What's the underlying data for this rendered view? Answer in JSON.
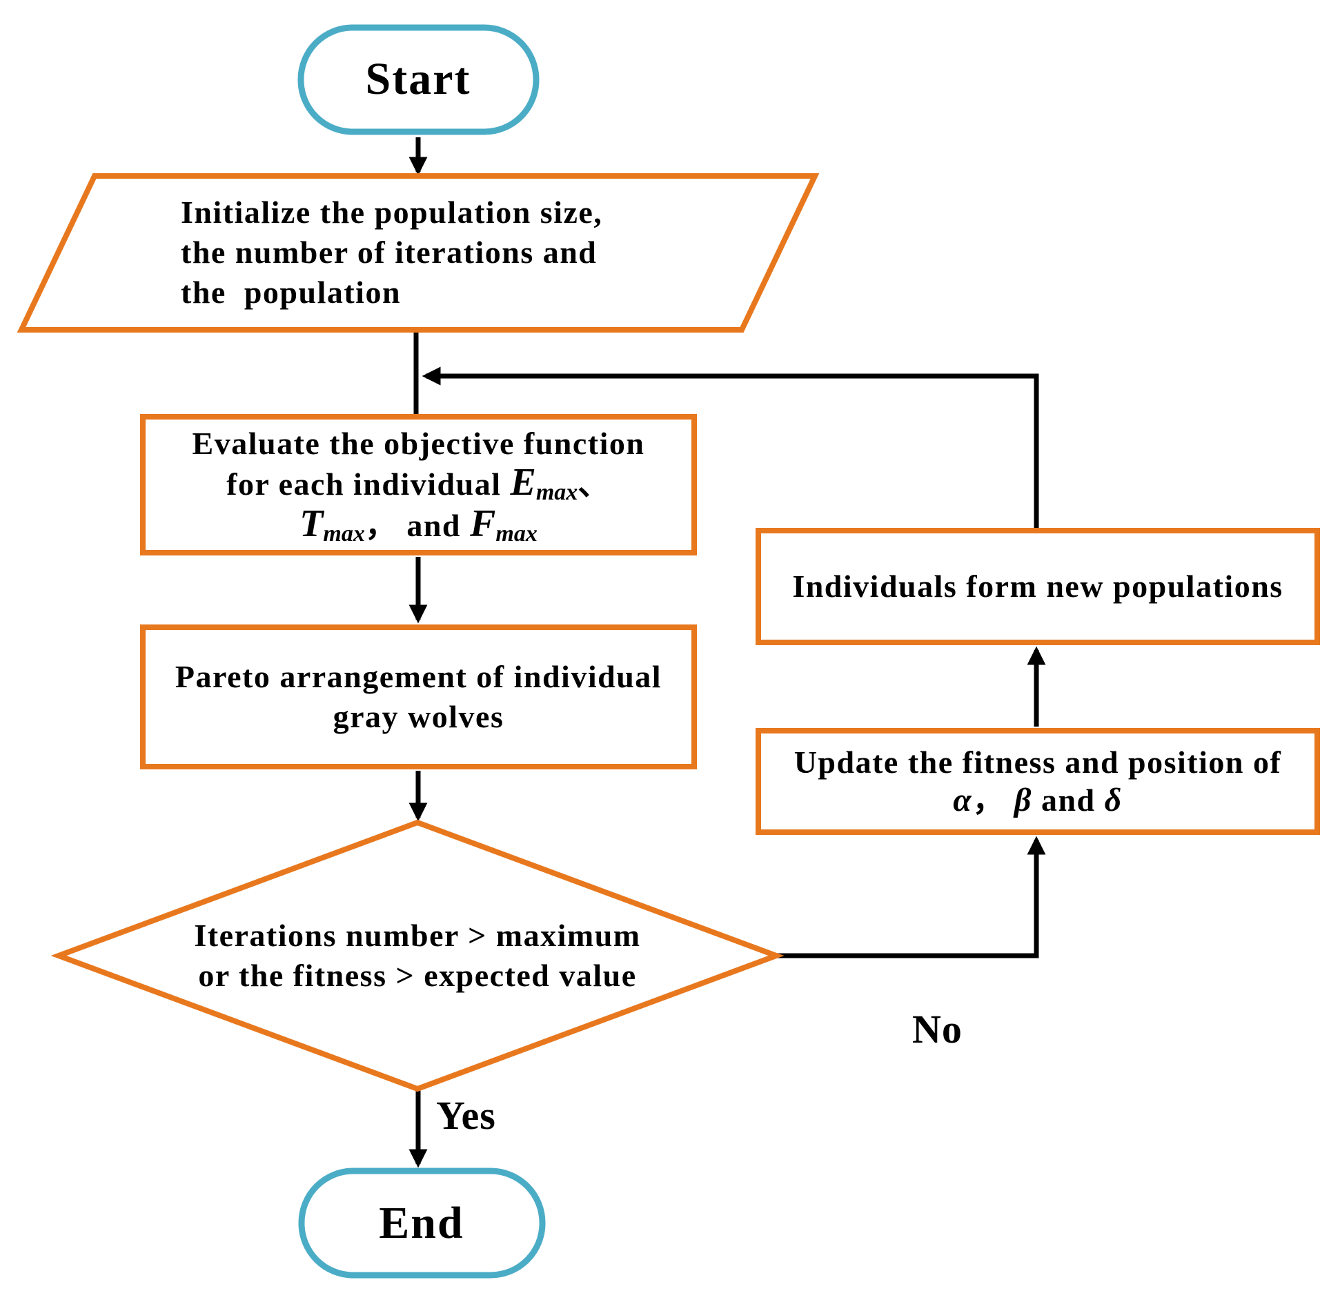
{
  "colors": {
    "accent_orange": "#E8781E",
    "accent_cyan": "#4BACC6",
    "arrow_black": "#000000",
    "text_black": "#000000",
    "background": "#FFFFFF"
  },
  "nodes": {
    "start": "Start",
    "init": {
      "lines": [
        "Initialize the population size,",
        "the number of iterations and",
        "the  population"
      ]
    },
    "evaluate": {
      "line1": "Evaluate the objective function",
      "line2_prefix": "for each individual ",
      "var_e": "E",
      "var_t": "T",
      "var_f": "F",
      "subscript": "max",
      "enum_comma": "、",
      "line3_sep": "， and "
    },
    "pareto": {
      "lines": [
        "Pareto arrangement of individual",
        "gray wolves"
      ]
    },
    "decision": {
      "lines": [
        "Iterations number > maximum",
        "or the fitness > expected value"
      ]
    },
    "individuals": "Individuals form new populations",
    "update": {
      "line1": "Update the fitness and position of",
      "alpha": "α",
      "comma": "， ",
      "beta": "β",
      "and_word": " and ",
      "delta": "δ"
    },
    "end": "End"
  },
  "labels": {
    "yes": "Yes",
    "no": "No"
  }
}
